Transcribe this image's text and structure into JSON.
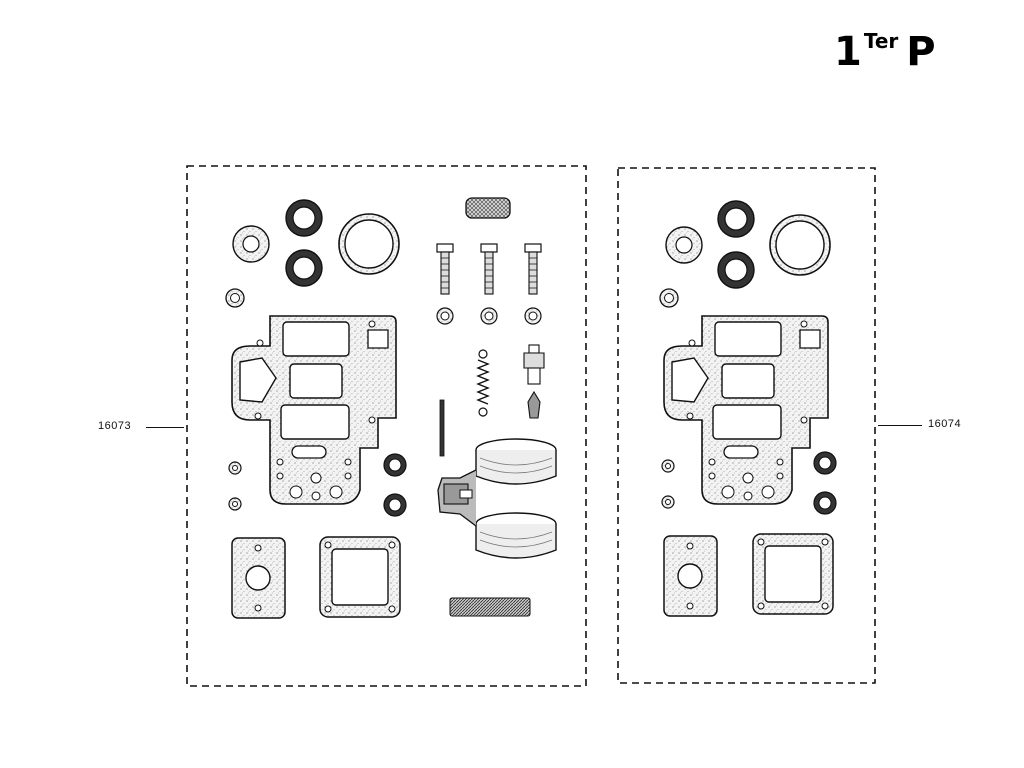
{
  "header": {
    "number": "1",
    "superscript": "Ter",
    "letter": "P"
  },
  "kits": [
    {
      "part_number": "16073"
    },
    {
      "part_number": "16074"
    }
  ],
  "colors": {
    "ink": "#111111",
    "stipple": "#e8e8e8",
    "background": "#ffffff"
  }
}
